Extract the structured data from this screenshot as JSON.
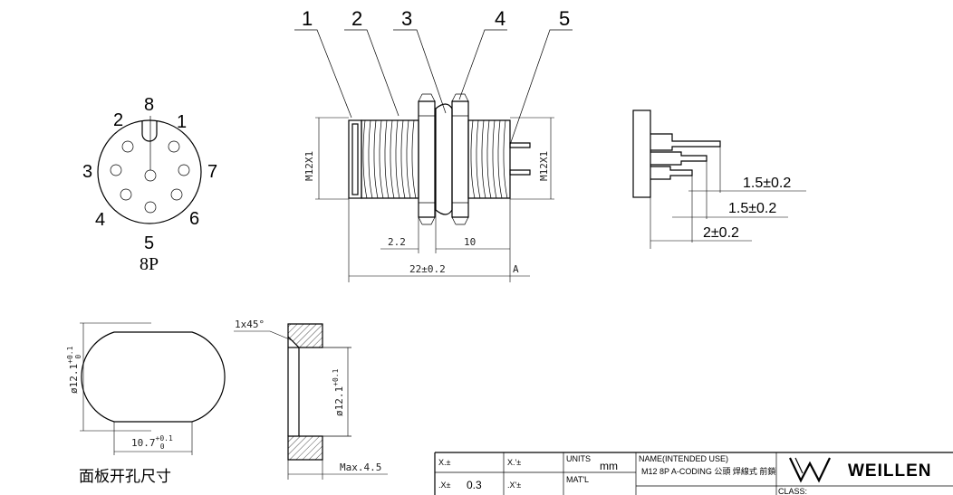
{
  "leaders": [
    "1",
    "2",
    "3",
    "4",
    "5"
  ],
  "pinout": {
    "pins": [
      "1",
      "2",
      "3",
      "4",
      "5",
      "6",
      "7",
      "8"
    ],
    "caption": "8P"
  },
  "side_view": {
    "thread_left": "M12X1",
    "thread_right": "M12X1",
    "dim_a": "2.2",
    "dim_b": "10",
    "dim_total": "22±0.2",
    "dim_ref": "A"
  },
  "pcb_view": {
    "dim_1": "1.5±0.2",
    "dim_2": "1.5±0.2",
    "dim_3": "2±0.2"
  },
  "panel_cutout": {
    "dia": "ø12.1",
    "dia_tol": "+0.1",
    "dia_tol_low": "0",
    "width": "10.7",
    "width_tol": "+0.1",
    "width_tol_low": "0",
    "caption": "面板开孔尺寸"
  },
  "section_view": {
    "chamfer": "1x45°",
    "dia": "ø12.1",
    "dia_tol": "+0.1",
    "max": "Max.4.5"
  },
  "title_block": {
    "x_tol_label": "X.±",
    "x_tol2_label": "X.'±",
    "units_label": "UNITS",
    "units_value": "mm",
    "name_label": "NAME(INTENDED USE)",
    "name_value": "M12 8P A-CODING 公頭 焊線式 前鎖",
    "xx_tol_label": ".X±",
    "xx_tol_value": "0.3",
    "xx_tol2_label": ".X'±",
    "matl_label": "MAT'L",
    "class_label": "CLASS:",
    "logo": "WEILLEN"
  }
}
